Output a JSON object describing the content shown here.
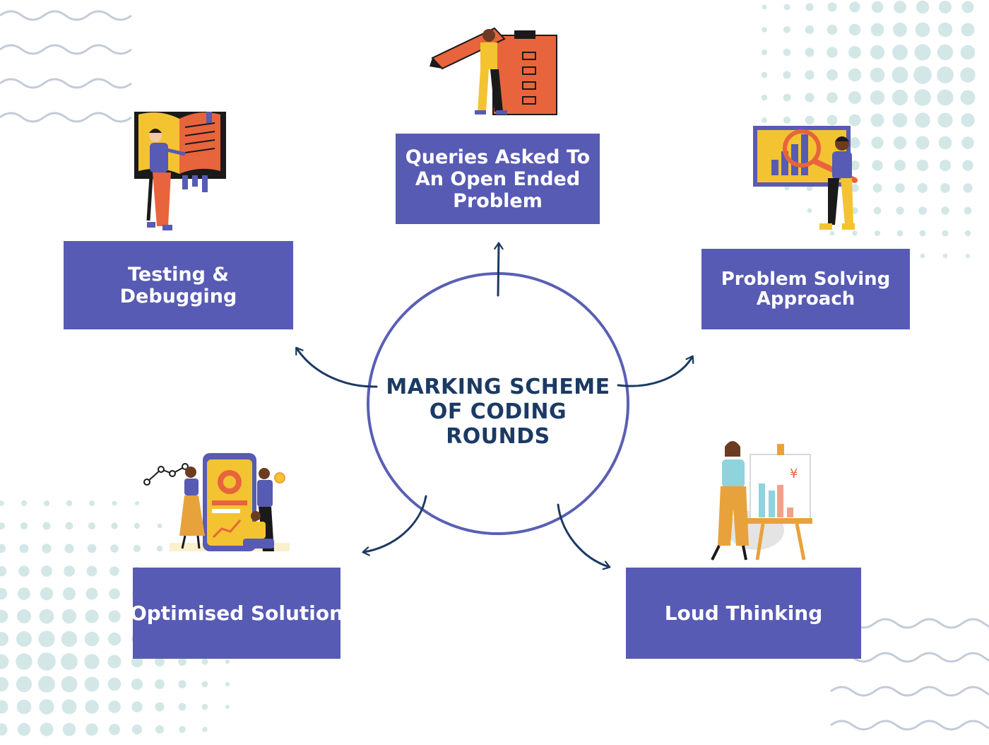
{
  "center": {
    "lines": [
      "MARKING SCHEME",
      "OF CODING",
      "ROUNDS"
    ]
  },
  "nodes": {
    "queries": {
      "lines": [
        "Queries Asked To",
        "An Open Ended",
        "Problem"
      ]
    },
    "testing": {
      "lines": [
        "Testing &",
        "Debugging"
      ]
    },
    "problem": {
      "lines": [
        "Problem Solving",
        "Approach"
      ]
    },
    "optimised": {
      "lines": [
        "Optimised Solution"
      ]
    },
    "loud": {
      "lines": [
        "Loud Thinking"
      ]
    }
  },
  "colors": {
    "box_fill": "#575bb3",
    "box_text": "#ffffff",
    "circle_stroke": "#5a5fb4",
    "arrow": "#1b3a63",
    "title": "#1b3a63",
    "dots": "#d3e7e7",
    "waves": "#c3cbd8"
  },
  "illustrations": [
    {
      "name": "checklist-pencil-person-illustration"
    },
    {
      "name": "book-reader-illustration"
    },
    {
      "name": "magnifier-chart-illustration"
    },
    {
      "name": "mobile-analytics-team-illustration"
    },
    {
      "name": "presentation-easel-illustration"
    }
  ]
}
